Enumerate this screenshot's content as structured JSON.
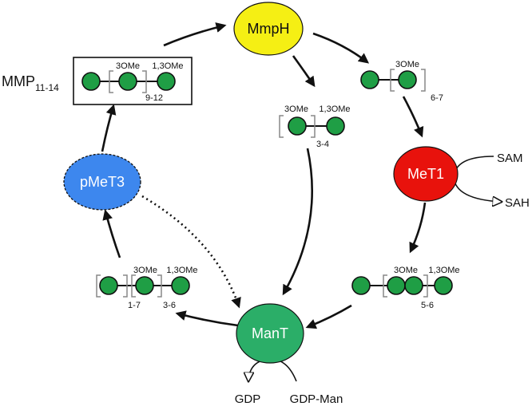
{
  "enzymes": {
    "mmph": {
      "label": "MmpH",
      "color": "#f5ef14"
    },
    "met1": {
      "label": "MeT1",
      "color": "#e8120c"
    },
    "pmet3": {
      "label": "pMeT3",
      "color": "#3d87ee"
    },
    "mant": {
      "label": "ManT",
      "color": "#2bae68"
    }
  },
  "mmp": {
    "label": "MMP",
    "subscript": "11-14"
  },
  "glycans": {
    "mmp_chain": {
      "mod1": "3OMe",
      "mod2": "1,3OMe",
      "repeat": "9-12"
    },
    "mmph_product_a": {
      "mod1": "3OMe",
      "mod2": "1,3OMe",
      "repeat": "3-4"
    },
    "mmph_product_b": {
      "mod1": "3OMe",
      "repeat": "6-7"
    },
    "met1_product": {
      "mod1": "3OMe",
      "mod2": "1,3OMe",
      "repeat": "5-6"
    },
    "mant_product": {
      "repeat1": "1-7",
      "mod1": "3OMe",
      "mod2": "1,3OMe",
      "repeat2": "3-6"
    }
  },
  "cofactors": {
    "sam": "SAM",
    "sah": "SAH",
    "gdp": "GDP",
    "gdp_man": "GDP-Man"
  },
  "colors": {
    "sugar": "#1f9e45",
    "bracket": "#888888",
    "line": "#111111"
  }
}
